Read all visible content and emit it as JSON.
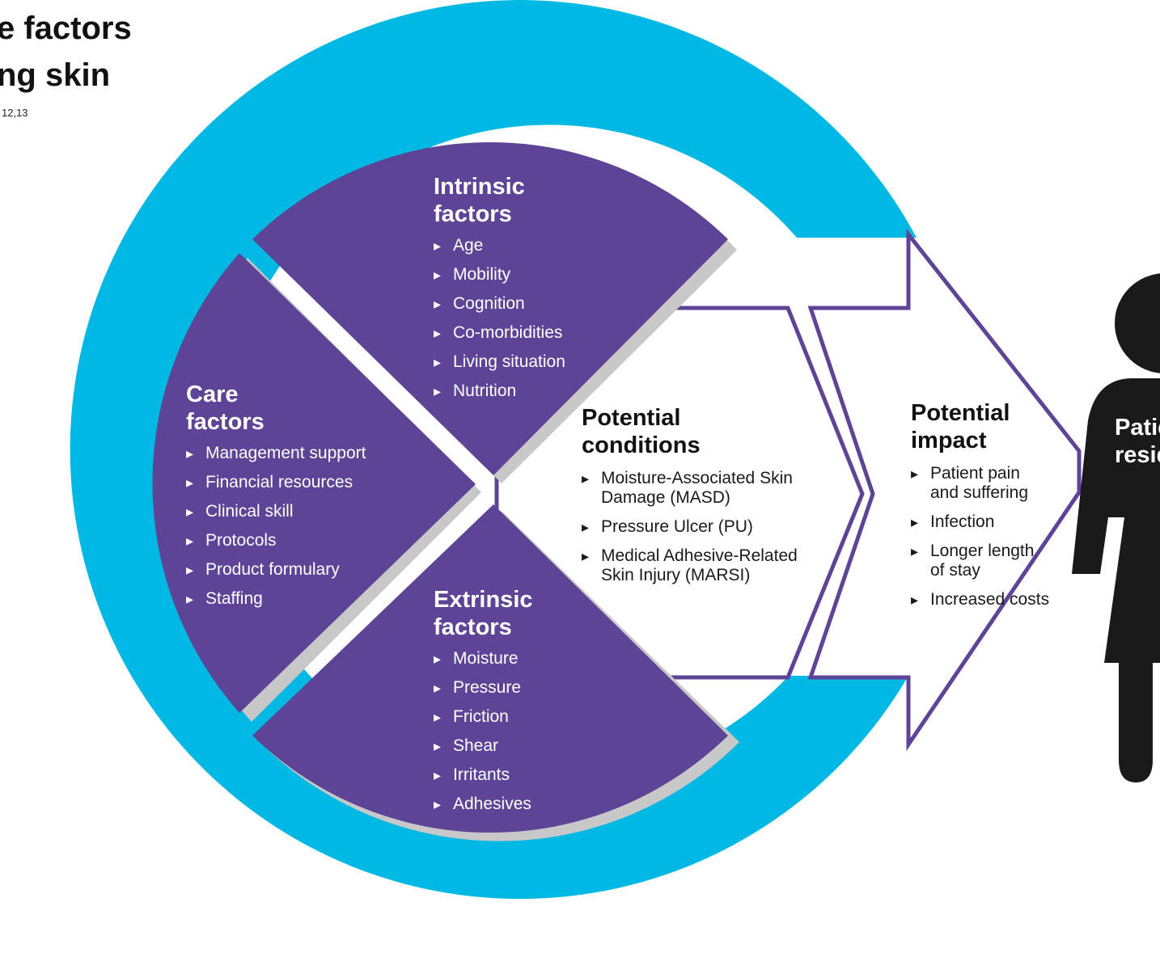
{
  "title": {
    "line1": "e factors",
    "line2": "ng skin",
    "refs": "12,13"
  },
  "intrinsic": {
    "title1": "Intrinsic",
    "title2": "factors",
    "items": [
      "Age",
      "Mobility",
      "Cognition",
      "Co-morbidities",
      "Living situation",
      "Nutrition"
    ]
  },
  "care": {
    "title1": "Care",
    "title2": "factors",
    "items": [
      "Management support",
      "Financial resources",
      "Clinical skill",
      "Protocols",
      "Product formulary",
      "Staffing"
    ]
  },
  "extrinsic": {
    "title1": "Extrinsic",
    "title2": "factors",
    "items": [
      "Moisture",
      "Pressure",
      "Friction",
      "Shear",
      "Irritants",
      "Adhesives"
    ]
  },
  "conditions": {
    "title1": "Potential",
    "title2": "conditions",
    "items": [
      "Moisture-Associated Skin Damage (MASD)",
      "Pressure Ulcer (PU)",
      "Medical Adhesive-Related Skin Injury (MARSI)"
    ]
  },
  "impact": {
    "title1": "Potential",
    "title2": "impact",
    "items": [
      "Patient pain and suffering",
      "Infection",
      "Longer length of stay",
      "Increased costs"
    ]
  },
  "person": {
    "line1": "Patie",
    "line2": "resid"
  },
  "colors": {
    "cyan": "#00b8e4",
    "purple": "#5e4497",
    "shadow": "#c8c8c8",
    "black": "#1a1a1a"
  }
}
